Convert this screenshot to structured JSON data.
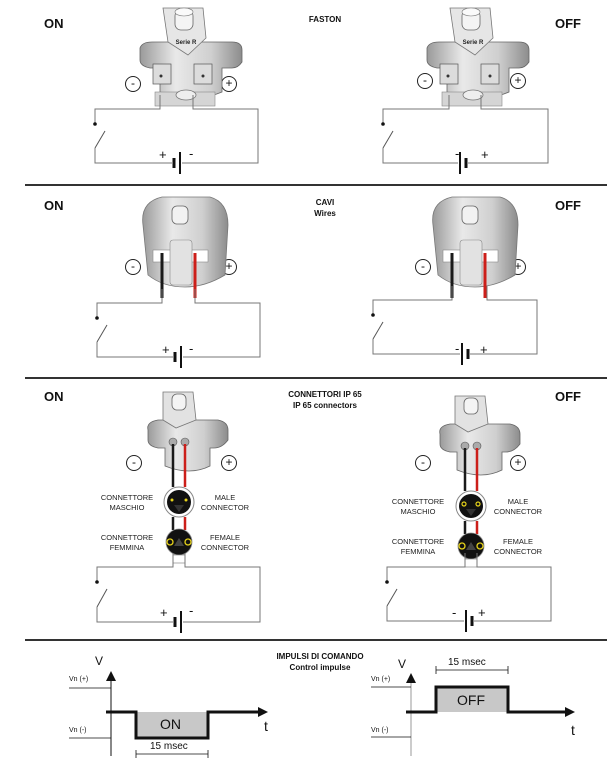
{
  "sections": [
    {
      "title_lines": [
        "FASTON"
      ],
      "left_state": "ON",
      "right_state": "OFF",
      "left_battery": {
        "left_sign": "+",
        "right_sign": "-"
      },
      "right_battery": {
        "left_sign": "-",
        "right_sign": "+"
      },
      "device_label": "Serie R"
    },
    {
      "title_lines": [
        "CAVI",
        "Wires"
      ],
      "left_state": "ON",
      "right_state": "OFF",
      "left_battery": {
        "left_sign": "+",
        "right_sign": "-"
      },
      "right_battery": {
        "left_sign": "-",
        "right_sign": "+"
      }
    },
    {
      "title_lines": [
        "CONNETTORI IP 65",
        "IP 65 connectors"
      ],
      "left_state": "ON",
      "right_state": "OFF",
      "left_battery": {
        "left_sign": "+",
        "right_sign": "-"
      },
      "right_battery": {
        "left_sign": "-",
        "right_sign": "+"
      },
      "connector_labels": {
        "male_it": [
          "CONNETTORE",
          "MASCHIO"
        ],
        "male_en": [
          "MALE",
          "CONNECTOR"
        ],
        "female_it": [
          "CONNETTORE",
          "FEMMINA"
        ],
        "female_en": [
          "FEMALE",
          "CONNECTOR"
        ]
      }
    }
  ],
  "polarity": {
    "minus": "-",
    "plus": "+"
  },
  "impulse": {
    "title": [
      "IMPULSI DI COMANDO",
      "Control impulse"
    ],
    "v_axis": "V",
    "t_axis": "t",
    "vn_plus": "Vn (+)",
    "vn_minus": "Vn (-)",
    "on_pulse": {
      "label": "ON",
      "duration": "15 msec"
    },
    "off_pulse": {
      "label": "OFF",
      "duration": "15 msec"
    }
  },
  "colors": {
    "wire_red": "#cc1f1a",
    "wire_black": "#1a1a1a",
    "pulse_fill": "#c8c8c8",
    "connector_yellow": "#e6d21a"
  }
}
